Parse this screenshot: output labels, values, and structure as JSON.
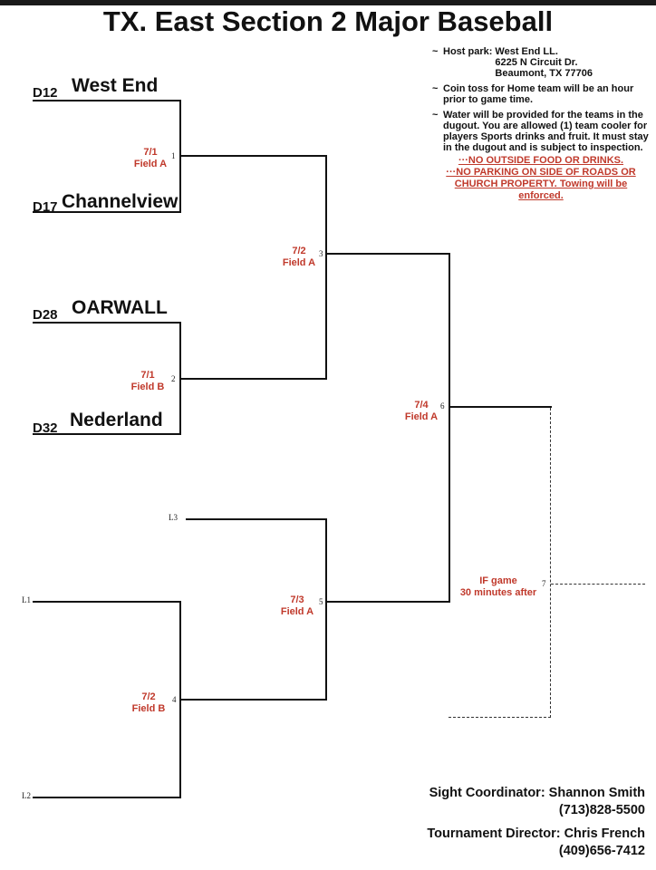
{
  "title": "TX. East Section 2 Major Baseball",
  "teams": [
    {
      "seed": "D12",
      "name": "West End"
    },
    {
      "seed": "D17",
      "name": "Channelview"
    },
    {
      "seed": "D28",
      "name": "OARWALL"
    },
    {
      "seed": "D32",
      "name": "Nederland"
    }
  ],
  "loser_slots": [
    "L3",
    "L1",
    "L2"
  ],
  "games": [
    {
      "number": "1",
      "date": "7/1",
      "field": "Field A"
    },
    {
      "number": "2",
      "date": "7/1",
      "field": "Field B"
    },
    {
      "number": "3",
      "date": "7/2",
      "field": "Field A"
    },
    {
      "number": "4",
      "date": "7/2",
      "field": "Field B"
    },
    {
      "number": "5",
      "date": "7/3",
      "field": "Field A"
    },
    {
      "number": "6",
      "date": "7/4",
      "field": "Field A"
    },
    {
      "number": "7",
      "date": "IF game",
      "field": "30 minutes after"
    }
  ],
  "notes": {
    "tilde": "~",
    "host_label": "Host park:",
    "host_lines": [
      "West End LL.",
      "6225 N Circuit Dr.",
      "Beaumont, TX  77706"
    ],
    "coin_toss": "Coin toss for Home team will be an hour prior to game time.",
    "water": "Water will be provided for the teams in the dugout. You are allowed (1) team cooler for players Sports drinks and fruit. It must stay in the dugout and is subject to inspection.",
    "warning_lines": [
      "···NO OUTSIDE FOOD OR DRINKS.",
      "···NO PARKING ON SIDE OF ROADS OR",
      "CHURCH PROPERTY. Towing will be",
      "enforced."
    ]
  },
  "contacts": [
    {
      "role_name": "Sight Coordinator: Shannon Smith",
      "phone": "(713)828-5500"
    },
    {
      "role_name": "Tournament Director: Chris French",
      "phone": "(409)656-7412"
    }
  ],
  "colors": {
    "accent": "#c0392b",
    "line": "#111111"
  }
}
